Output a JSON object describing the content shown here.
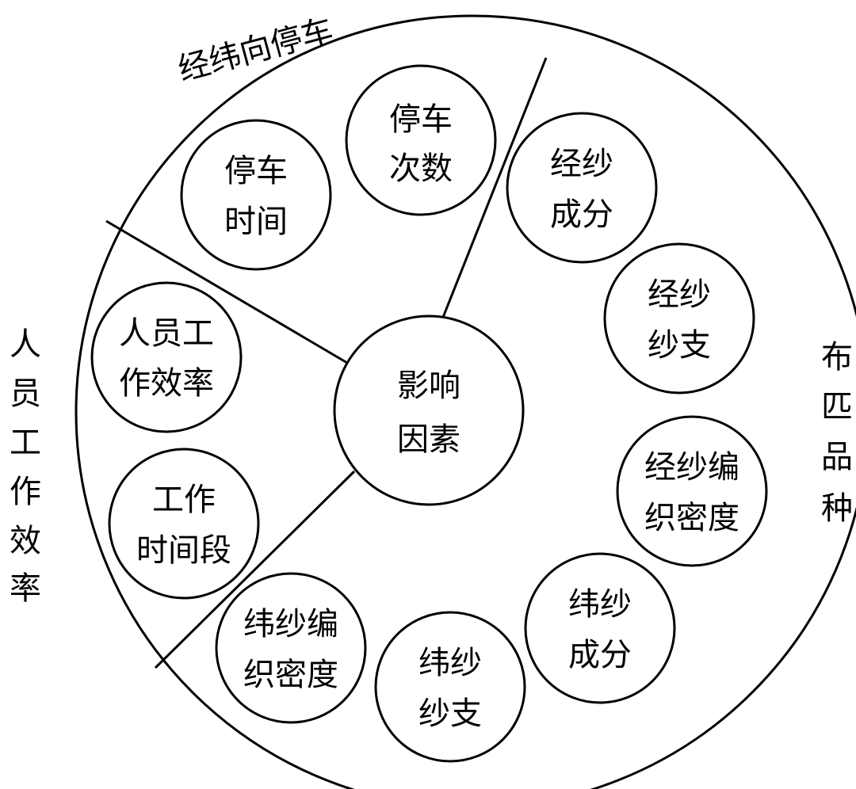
{
  "center": {
    "lines": [
      "影响",
      "因素"
    ]
  },
  "sectors": {
    "top": {
      "label": "经纬向停车",
      "nodes": [
        {
          "lines": [
            "停车",
            "次数"
          ]
        },
        {
          "lines": [
            "停车",
            "时间"
          ]
        }
      ]
    },
    "left": {
      "label_chars": [
        "人",
        "员",
        "工",
        "作",
        "效",
        "率"
      ],
      "nodes": [
        {
          "lines": [
            "人员工",
            "作效率"
          ]
        },
        {
          "lines": [
            "工作",
            "时间段"
          ]
        }
      ]
    },
    "right": {
      "label_chars": [
        "布",
        "匹",
        "品",
        "种"
      ],
      "nodes": [
        {
          "lines": [
            "经纱",
            "成分"
          ]
        },
        {
          "lines": [
            "经纱",
            "纱支"
          ]
        },
        {
          "lines": [
            "经纱编",
            "织密度"
          ]
        },
        {
          "lines": [
            "纬纱",
            "成分"
          ]
        },
        {
          "lines": [
            "纬纱",
            "纱支"
          ]
        },
        {
          "lines": [
            "纬纱编",
            "织密度"
          ]
        }
      ]
    }
  },
  "colors": {
    "stroke": "#000000",
    "fill": "#ffffff",
    "text": "#000000"
  }
}
